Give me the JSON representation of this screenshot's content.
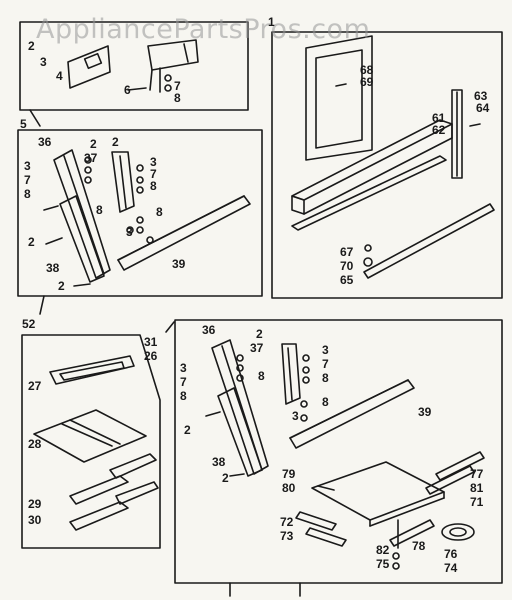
{
  "watermark": "AppliancePartsPros.com",
  "labels": {
    "l1": "1",
    "l2a": "2",
    "l3a": "3",
    "l4": "4",
    "l5": "5",
    "l6": "6",
    "l7a": "7",
    "l8a": "8",
    "l68": "68",
    "l69": "69",
    "l63": "63",
    "l64": "64",
    "l61": "61",
    "l62": "62",
    "l67": "67",
    "l70": "70",
    "l65": "65",
    "l36a": "36",
    "l2b": "2",
    "l2c": "2",
    "l37a": "37",
    "l3b": "3",
    "l7b": "7",
    "l8b": "8",
    "l3c": "3",
    "l7c": "7",
    "l8c": "8",
    "l8d": "8",
    "l2d": "2",
    "l3d": "3",
    "l9a": "8",
    "l38a": "38",
    "l2e": "2",
    "l39a": "39",
    "l52": "52",
    "l31": "31",
    "l26": "26",
    "l27": "27",
    "l28": "28",
    "l29": "29",
    "l30": "30",
    "l36b": "36",
    "l2f": "2",
    "l37b": "37",
    "l3e": "3",
    "l7d": "7",
    "l8e": "8",
    "l3f": "3",
    "l7e": "7",
    "l8f": "8",
    "l8g": "8",
    "l2g": "2",
    "l3g": "3",
    "l8h": "8",
    "l38b": "38",
    "l2h": "2",
    "l39b": "39",
    "l79": "79",
    "l80": "80",
    "l77": "77",
    "l81": "81",
    "l71": "71",
    "l72": "72",
    "l73": "73",
    "l82": "82",
    "l78": "78",
    "l75": "75",
    "l76": "76",
    "l74": "74"
  }
}
